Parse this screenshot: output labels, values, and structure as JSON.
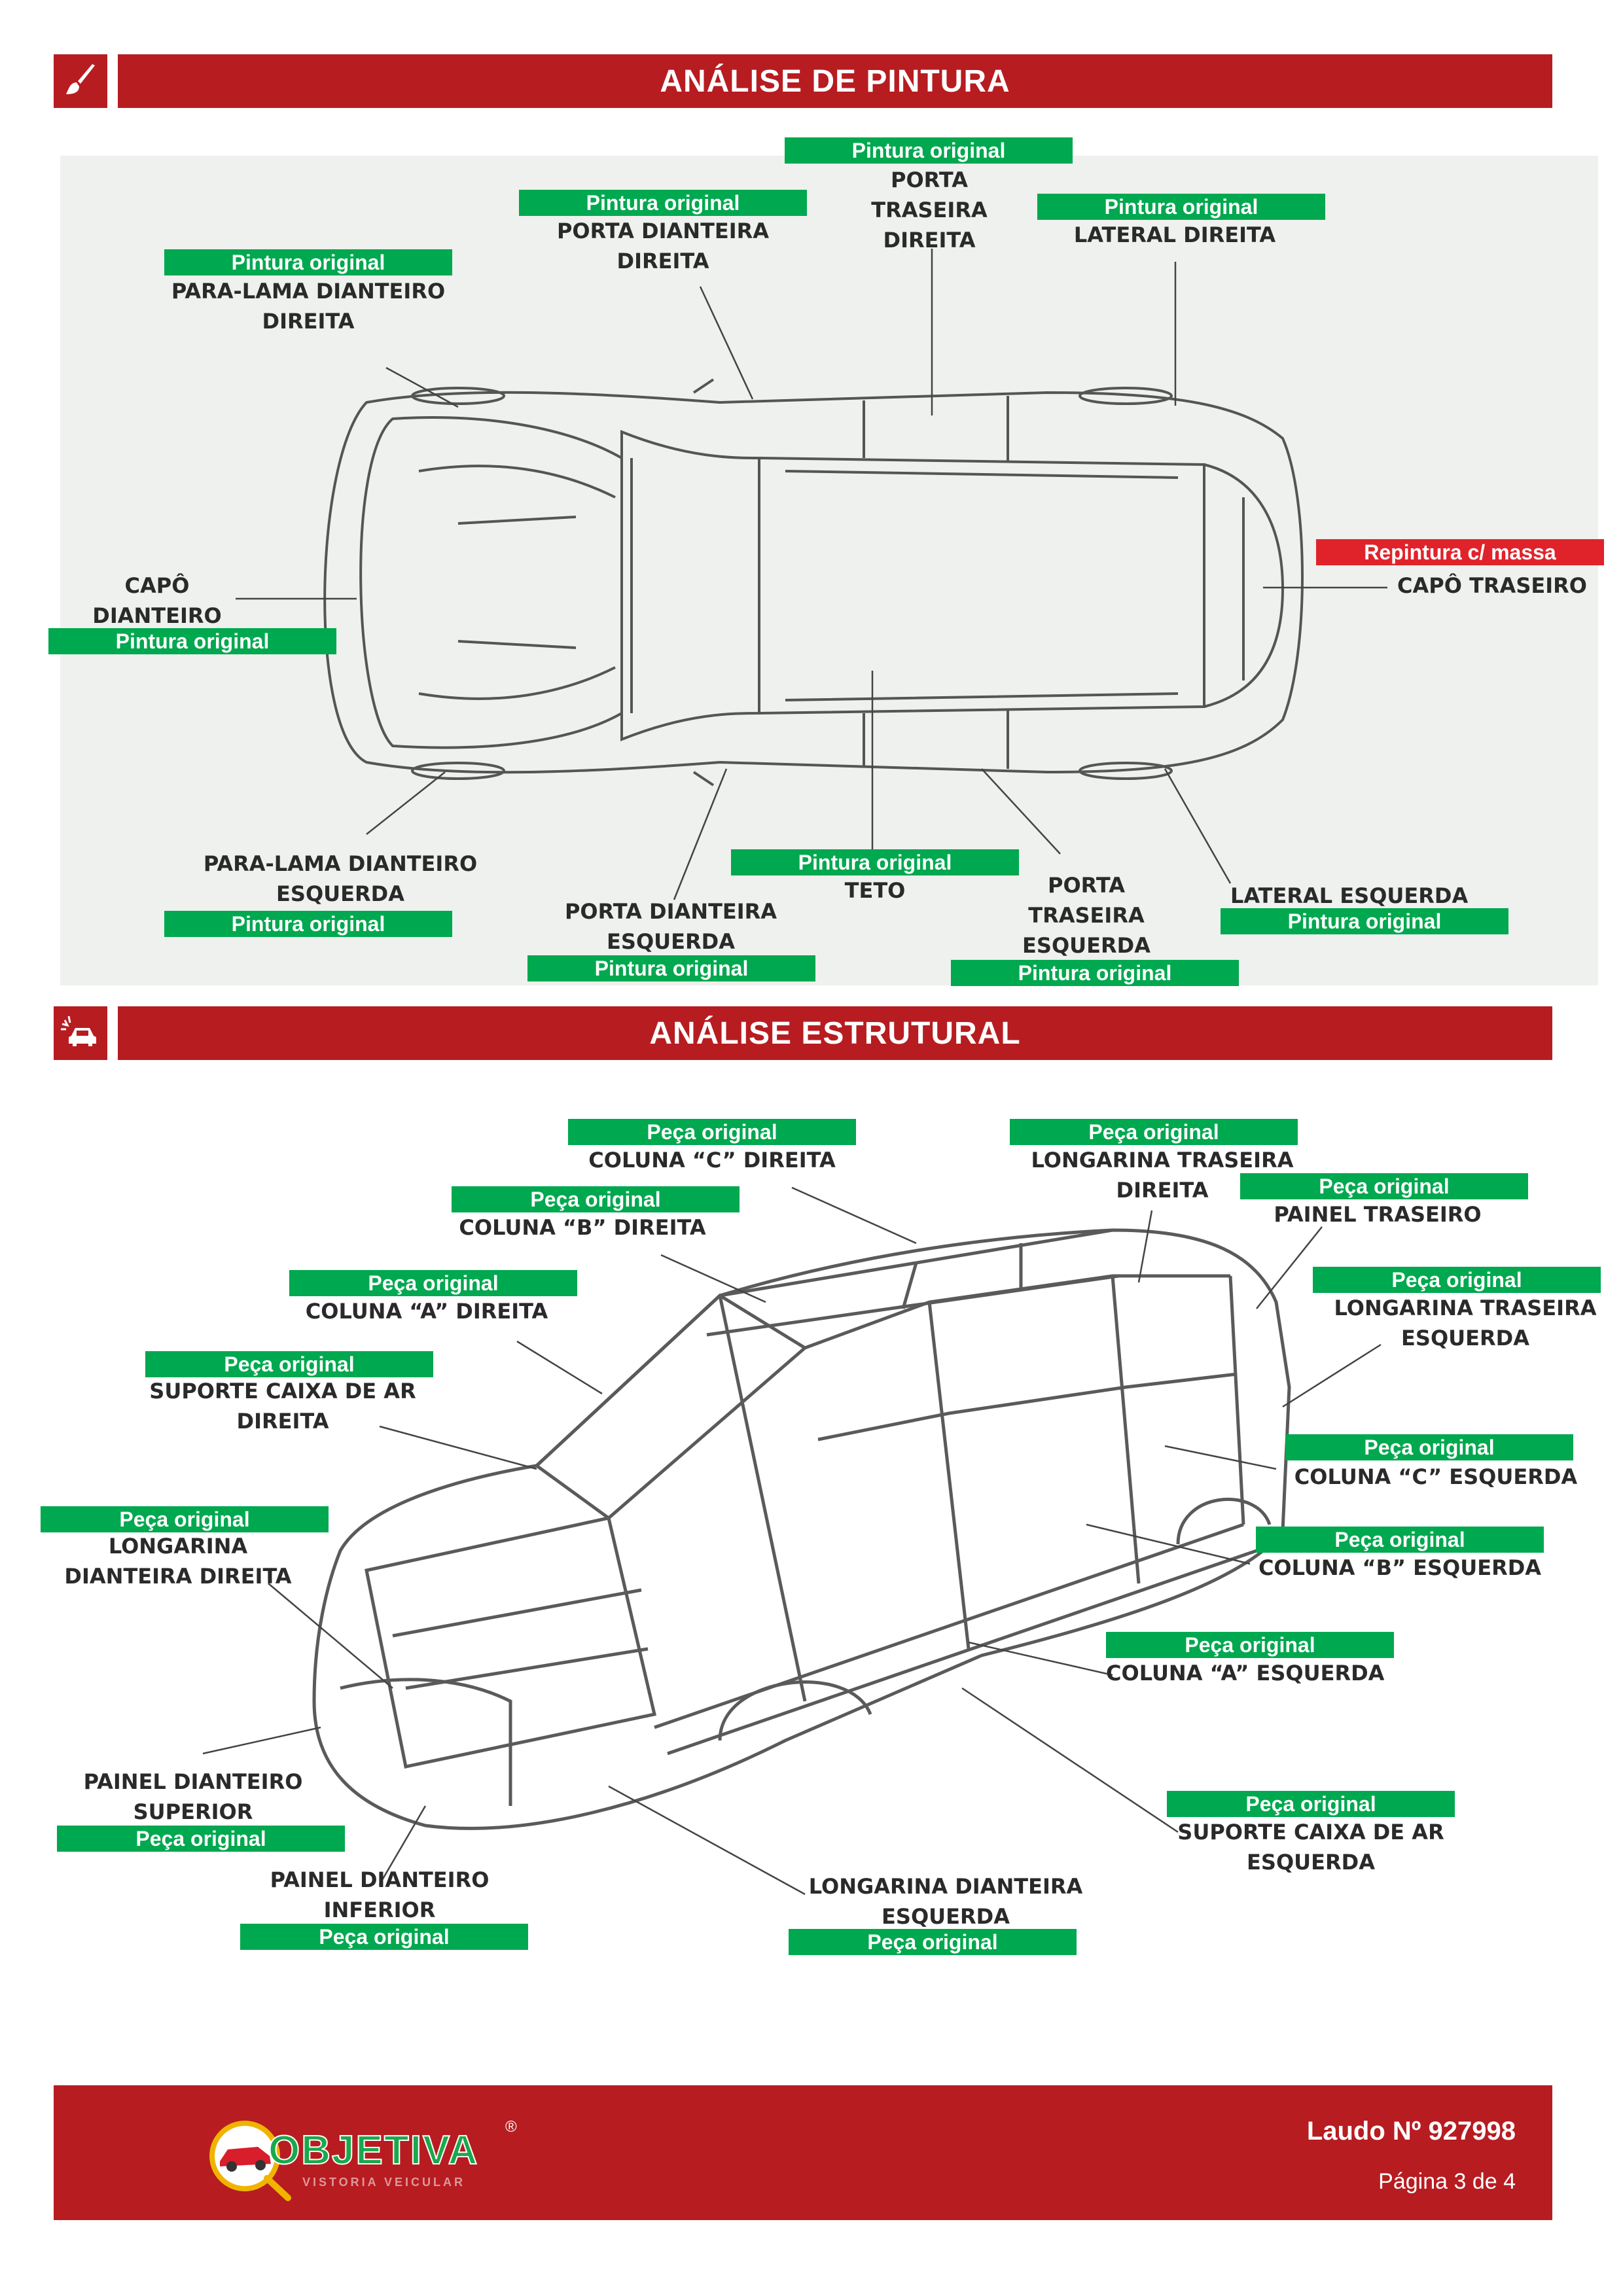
{
  "paint_section": {
    "title": "ANÁLISE DE PINTURA",
    "parts": [
      {
        "name": "PORTA\nTRASEIRA\nDIREITA",
        "status": "Pintura original",
        "color": "green"
      },
      {
        "name": "PORTA DIANTEIRA\nDIREITA",
        "status": "Pintura original",
        "color": "green"
      },
      {
        "name": "LATERAL DIREITA",
        "status": "Pintura original",
        "color": "green"
      },
      {
        "name": "PARA-LAMA DIANTEIRO\nDIREITA",
        "status": "Pintura original",
        "color": "green"
      },
      {
        "name": "CAPÔ\nDIANTEIRO",
        "status": "Pintura original",
        "color": "green"
      },
      {
        "name": "CAPÔ TRASEIRO",
        "status": "Repintura c/ massa",
        "color": "red"
      },
      {
        "name": "PARA-LAMA DIANTEIRO\nESQUERDA",
        "status": "Pintura original",
        "color": "green"
      },
      {
        "name": "TETO",
        "status": "Pintura original",
        "color": "green"
      },
      {
        "name": "PORTA DIANTEIRA\nESQUERDA",
        "status": "Pintura original",
        "color": "green"
      },
      {
        "name": "PORTA\nTRASEIRA\nESQUERDA",
        "status": "Pintura original",
        "color": "green"
      },
      {
        "name": "LATERAL ESQUERDA",
        "status": "Pintura original",
        "color": "green"
      }
    ]
  },
  "structure_section": {
    "title": "ANÁLISE ESTRUTURAL",
    "parts": [
      {
        "name": "COLUNA “C” DIREITA",
        "status": "Peça original"
      },
      {
        "name": "LONGARINA TRASEIRA\nDIREITA",
        "status": "Peça original"
      },
      {
        "name": "PAINEL TRASEIRO",
        "status": "Peça original"
      },
      {
        "name": "COLUNA “B” DIREITA",
        "status": "Peça original"
      },
      {
        "name": "COLUNA “A” DIREITA",
        "status": "Peça original"
      },
      {
        "name": "LONGARINA TRASEIRA\nESQUERDA",
        "status": "Peça original"
      },
      {
        "name": "SUPORTE CAIXA DE AR\nDIREITA",
        "status": "Peça original"
      },
      {
        "name": "COLUNA “C” ESQUERDA",
        "status": "Peça original"
      },
      {
        "name": "LONGARINA\nDIANTEIRA DIREITA",
        "status": "Peça original"
      },
      {
        "name": "COLUNA “B” ESQUERDA",
        "status": "Peça original"
      },
      {
        "name": "COLUNA “A” ESQUERDA",
        "status": "Peça original"
      },
      {
        "name": "PAINEL DIANTEIRO\nSUPERIOR",
        "status": "Peça original"
      },
      {
        "name": "SUPORTE CAIXA DE AR\nESQUERDA",
        "status": "Peça original"
      },
      {
        "name": "PAINEL DIANTEIRO\nINFERIOR",
        "status": "Peça original"
      },
      {
        "name": "LONGARINA DIANTEIRA\nESQUERDA",
        "status": "Peça original"
      }
    ]
  },
  "footer": {
    "brand": "OBJETIVA",
    "brand_tagline": "VISTORIA VEICULAR",
    "registered_mark": "®",
    "laudo": "Laudo Nº 927998",
    "page": "Página 3 de 4"
  },
  "icons": {
    "paint_section_icon": "paintbrush-icon",
    "structure_section_icon": "car-crash-icon"
  },
  "colors": {
    "header_red": "#b71c21",
    "ok_green": "#00a84f",
    "alert_red": "#e0232b"
  }
}
